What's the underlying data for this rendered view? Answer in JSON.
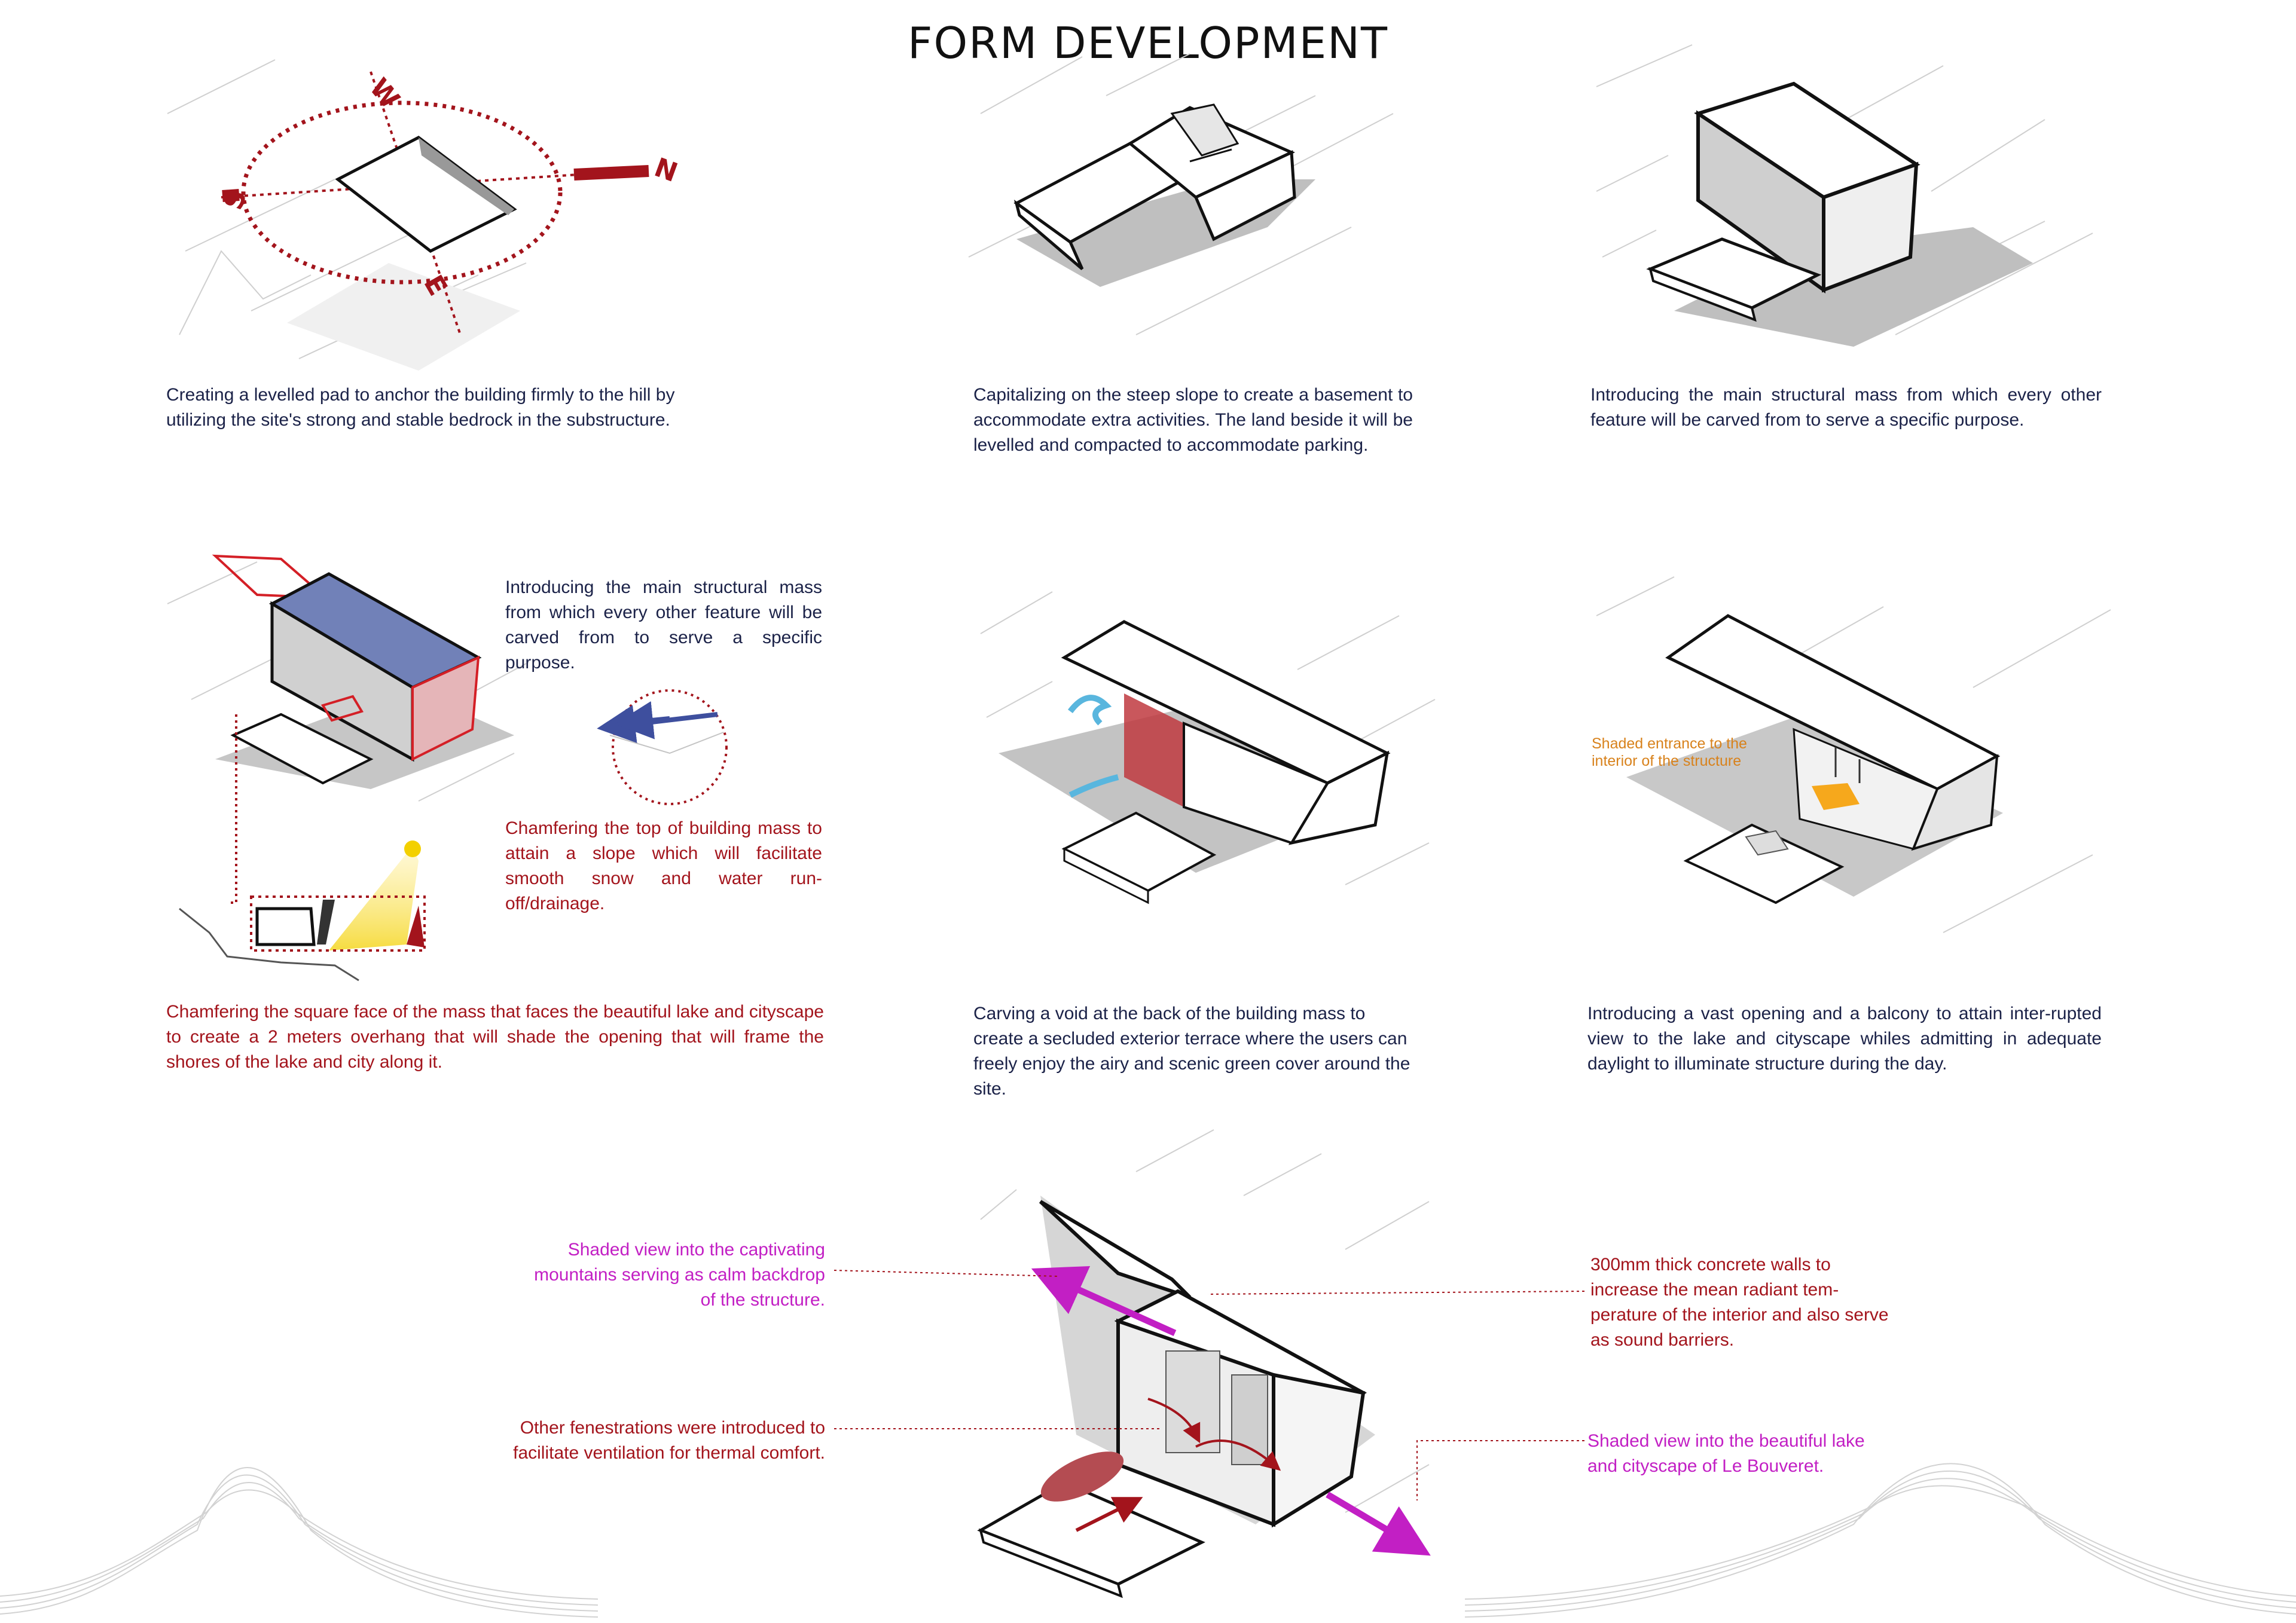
{
  "title": "FORM DEVELOPMENT",
  "compass": {
    "north": "N",
    "south": "S",
    "east": "E",
    "west": "W"
  },
  "captions": {
    "step1": "Creating a levelled pad to anchor the building firmly to the hill by utilizing the site's strong and stable bedrock in the substructure.",
    "step2": "Capitalizing on the steep slope to create a basement to accommodate extra activities. The land beside it will be levelled and compacted to accommodate parking.",
    "step3": "Introducing the main structural mass from which every other feature will be carved from to serve a specific purpose.",
    "step4_mass": "Introducing the main structural mass from which every other feature will be carved from to serve a specific purpose.",
    "step4_chamfer_top": "Chamfering the top of building mass to attain a slope which will facilitate smooth snow and water run-off/drainage.",
    "step4_chamfer_face": "Chamfering the square face of the mass that faces the beautiful lake and cityscape to create a 2 meters overhang that will shade the opening that will frame the shores of the lake and city along it.",
    "step5": "Carving a void at the back of the building mass to create a secluded exterior terrace where the users can freely enjoy the airy and scenic green cover around the site.",
    "step6_label": "Shaded entrance to the interior of the structure",
    "step6": "Introducing a vast opening and a balcony to attain inter-rupted view to the lake and cityscape whiles admitting in adequate daylight to illuminate structure during the day.",
    "final_mountains": "Shaded view into the captivating mountains serving as calm backdrop of the structure.",
    "final_fenestrations": "Other fenestrations were introduced to facilitate ventilation for thermal comfort.",
    "final_walls": "300mm thick concrete walls to increase the mean radiant tem-perature of the interior and also serve as sound barriers.",
    "final_lake": "Shaded view into the beautiful lake and cityscape of Le Bouveret."
  },
  "colors": {
    "navy_text": "#1b2248",
    "red_text": "#a3141c",
    "magenta_text": "#c21fc4",
    "orange_text": "#d8821c",
    "roof_blue": "#7181b8",
    "void_red": "#c0393f",
    "wind_blue": "#59b6de",
    "sun_yellow": "#f3d000"
  }
}
